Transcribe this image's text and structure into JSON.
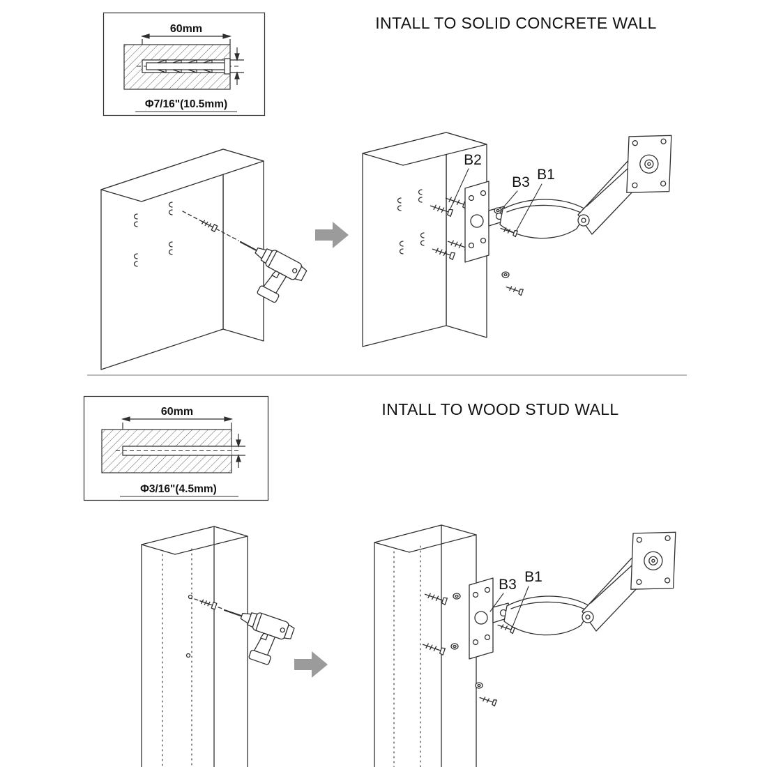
{
  "sections": {
    "concrete": {
      "title": "INTALL TO SOLID CONCRETE WALL",
      "inset": {
        "width_label": "60mm",
        "hole_label": "Φ7/16\"(10.5mm)"
      },
      "labels": {
        "b1": "B1",
        "b2": "B2",
        "b3": "B3"
      }
    },
    "wood": {
      "title": "INTALL TO WOOD STUD WALL",
      "inset": {
        "width_label": "60mm",
        "hole_label": "Φ3/16\"(4.5mm)"
      },
      "labels": {
        "b1": "B1",
        "b3": "B3"
      }
    }
  },
  "colors": {
    "line": "#2f2f2f",
    "arrow": "#9b9b9b"
  }
}
